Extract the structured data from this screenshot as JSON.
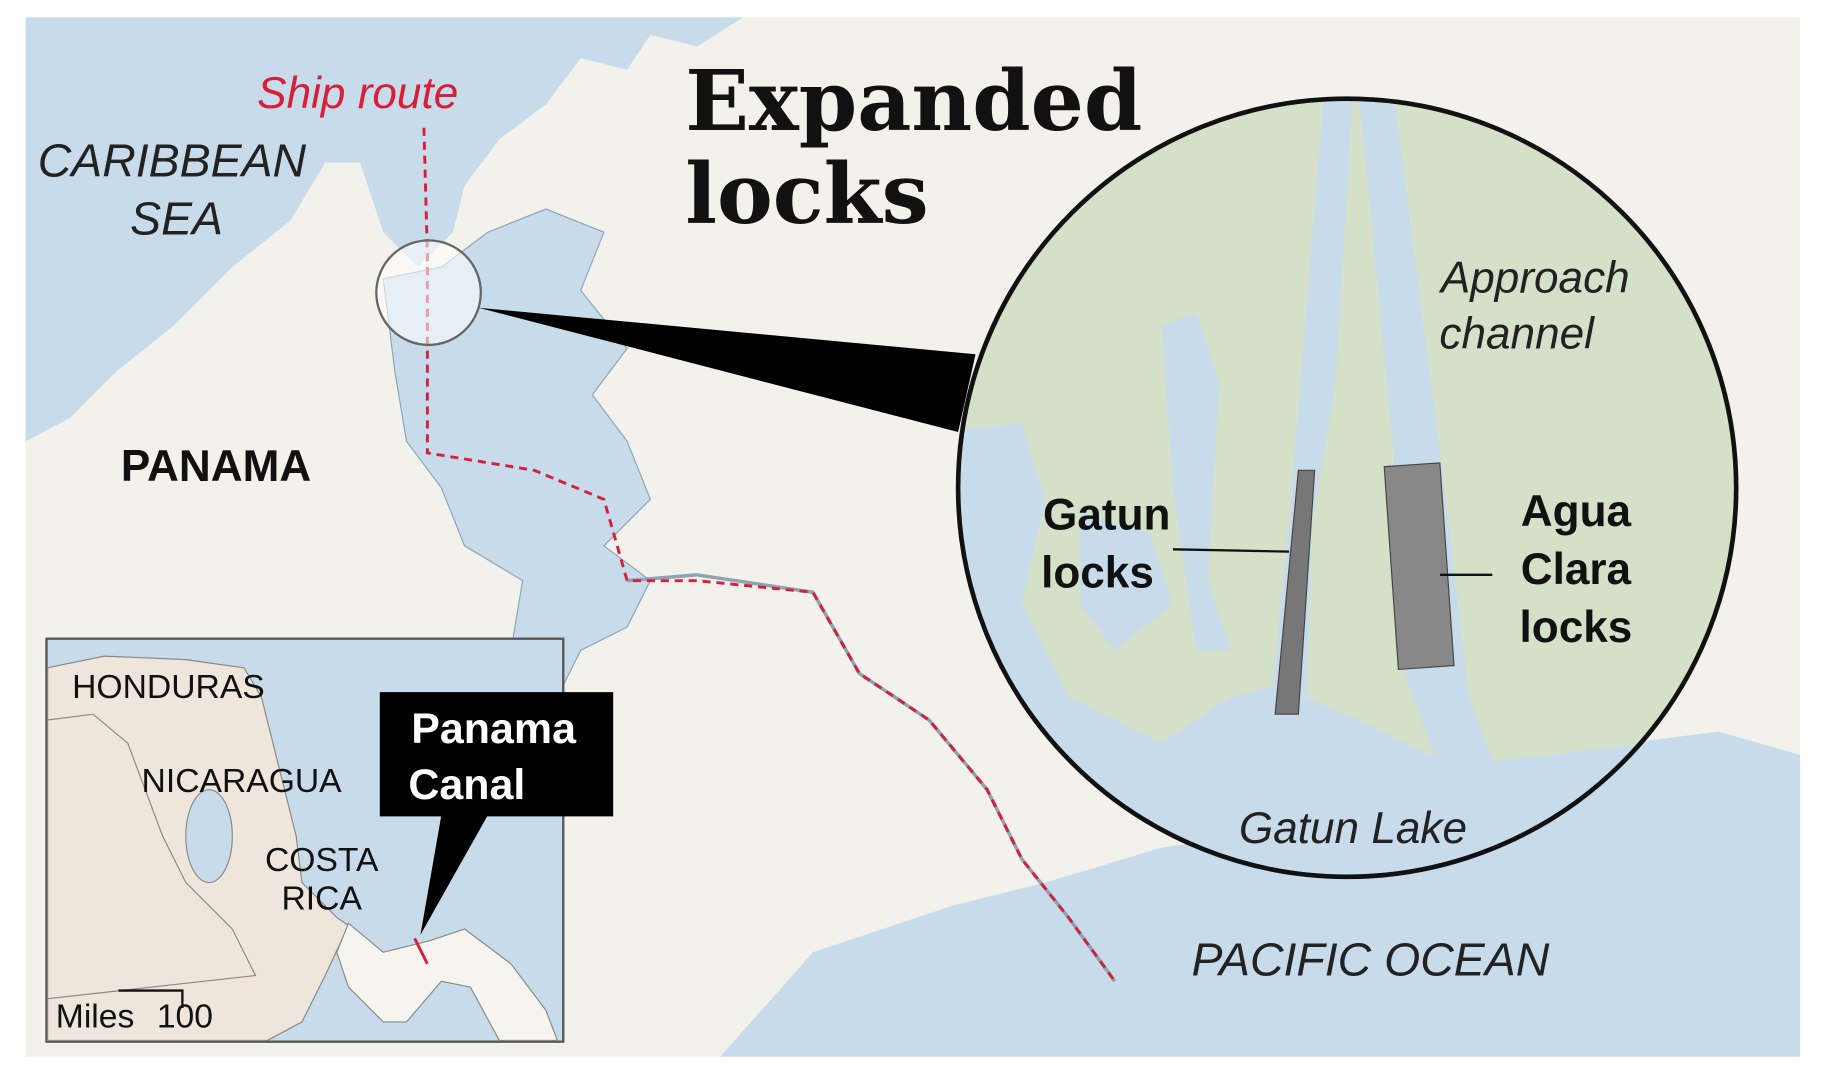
{
  "title_line1": "Expanded",
  "title_line2": "locks",
  "labels": {
    "ship_route": "Ship route",
    "caribbean_1": "CARIBBEAN",
    "caribbean_2": "SEA",
    "panama": "PANAMA",
    "pacific": "PACIFIC OCEAN",
    "approach_1": "Approach",
    "approach_2": "channel",
    "gatun_1": "Gatun",
    "gatun_2": "locks",
    "agua_1": "Agua",
    "agua_2": "Clara",
    "agua_3": "locks",
    "gatun_lake": "Gatun Lake"
  },
  "inset": {
    "honduras": "HONDURAS",
    "nicaragua": "NICARAGUA",
    "costa_1": "COSTA",
    "costa_2": "RICA",
    "callout_1": "Panama",
    "callout_2": "Canal",
    "scale_label": "Miles",
    "scale_value": "100"
  },
  "colors": {
    "water": "#c8dbeb",
    "land": "#f3f1ec",
    "zoom_land": "#d4e0c8",
    "route": "#d6203a"
  }
}
